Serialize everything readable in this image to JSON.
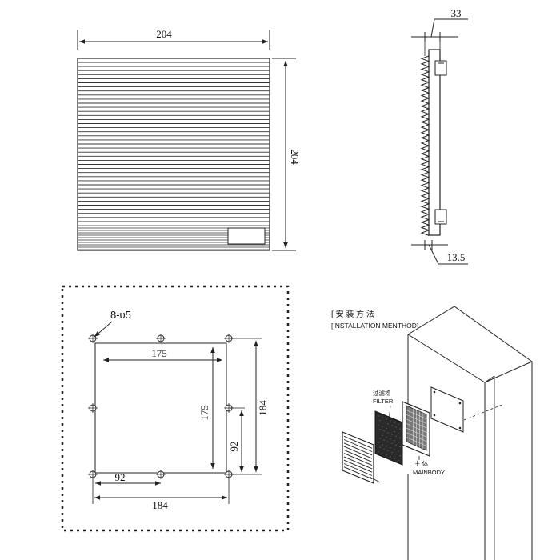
{
  "front_view": {
    "width_label": "204",
    "height_label": "204"
  },
  "side_view": {
    "depth_label": "33",
    "offset_label": "13.5"
  },
  "cutout": {
    "holes_label": "8-υ5",
    "inner_width": "175",
    "inner_height": "175",
    "outer_width": "184",
    "outer_height": "184",
    "half_width": "92",
    "half_height": "92"
  },
  "installation": {
    "title_cn": "安 装 方 法",
    "title_en": "INSTALLATION MENTHOD",
    "filter_cn": "过滤棉",
    "filter_en": "FILTER",
    "mainbody_cn": "主 体",
    "mainbody_en": "MAINBODY"
  }
}
